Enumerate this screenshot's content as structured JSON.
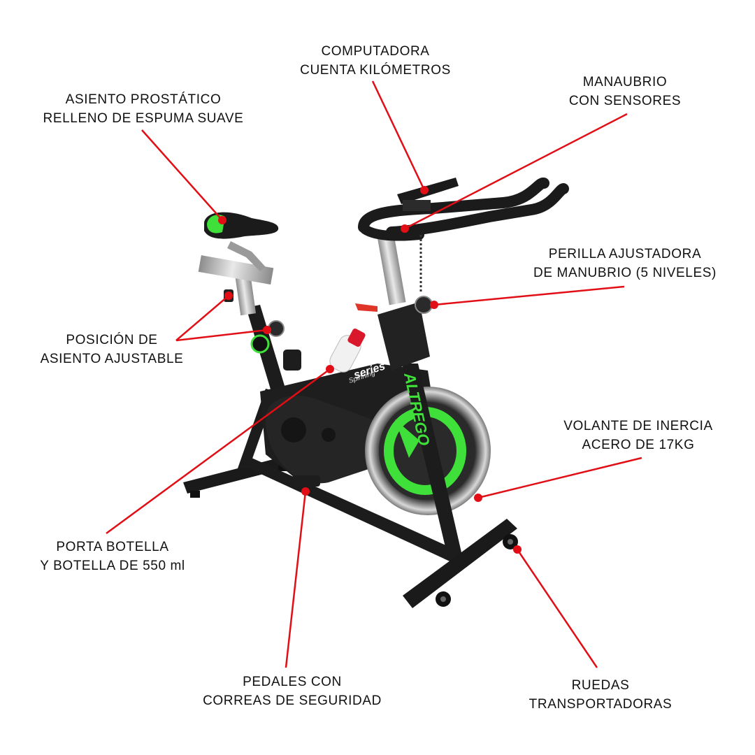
{
  "colors": {
    "accent_red": "#e10e16",
    "frame": "#1c1c1c",
    "brand_green": "#3fe03a",
    "chrome": "#b9b9b9"
  },
  "product": {
    "brand": "ALTREGO",
    "series_line1": "Spinning",
    "series_line2": "series"
  },
  "callouts": [
    {
      "id": "computer",
      "lines": [
        "COMPUTADORA",
        "CUENTA KILÓMETROS"
      ]
    },
    {
      "id": "handlebar",
      "lines": [
        "MANAUBRIO",
        "CON SENSORES"
      ]
    },
    {
      "id": "seat",
      "lines": [
        "ASIENTO PROSTÁTICO",
        "RELLENO DE ESPUMA SUAVE"
      ]
    },
    {
      "id": "handlebar-knob",
      "lines": [
        "PERILLA AJUSTADORA",
        "DE MANUBRIO (5 NIVELES)"
      ]
    },
    {
      "id": "seat-position",
      "lines": [
        "POSICIÓN DE",
        "ASIENTO AJUSTABLE"
      ]
    },
    {
      "id": "flywheel",
      "lines": [
        "VOLANTE DE INERCIA",
        "ACERO DE 17KG"
      ]
    },
    {
      "id": "bottle",
      "lines": [
        "PORTA BOTELLA",
        "Y BOTELLA DE 550 ml"
      ]
    },
    {
      "id": "pedals",
      "lines": [
        "PEDALES CON",
        "CORREAS DE SEGURIDAD"
      ]
    },
    {
      "id": "wheels",
      "lines": [
        "RUEDAS",
        "TRANSPORTADORAS"
      ]
    }
  ]
}
